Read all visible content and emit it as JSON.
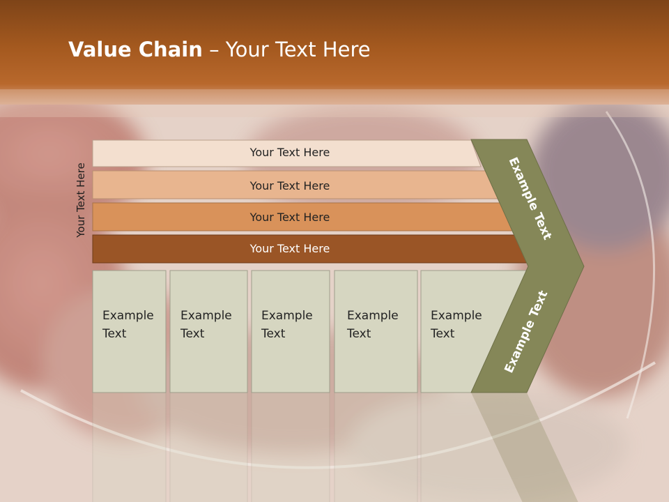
{
  "title": {
    "bold": "Value Chain",
    "rest": " – Your Text Here"
  },
  "side_label": "Your Text Here",
  "rows": [
    {
      "label": "Your Text Here",
      "color": "#f3dfcf"
    },
    {
      "label": "Your Text Here",
      "color": "#e8b58f"
    },
    {
      "label": "Your Text Here",
      "color": "#d9925a"
    },
    {
      "label": "Your Text Here",
      "color": "#9a5526"
    }
  ],
  "columns": [
    {
      "line1": "Example",
      "line2": "Text"
    },
    {
      "line1": "Example",
      "line2": "Text"
    },
    {
      "line1": "Example",
      "line2": "Text"
    },
    {
      "line1": "Example",
      "line2": "Text"
    },
    {
      "line1": "Example",
      "line2": "Text"
    }
  ],
  "chevron": {
    "upper": "Example Text",
    "lower": "Example Text",
    "color": "#858758"
  },
  "colors": {
    "header": "#a35a22",
    "box": "#d6d6c1",
    "box_border": "#9d9d8a"
  }
}
